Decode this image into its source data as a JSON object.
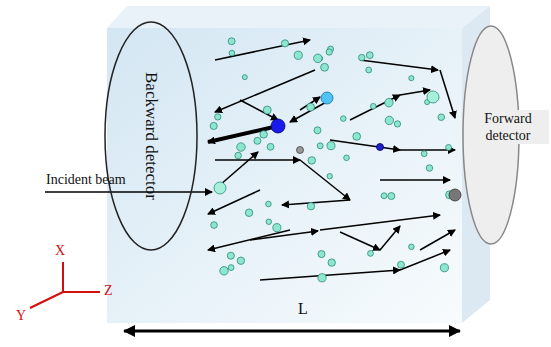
{
  "diagram": {
    "nodes": [
      {
        "text": [
          "Backward detector"
        ]
      },
      {
        "text": [
          "Forward detector"
        ]
      }
    ],
    "labels": [
      "Incident beam",
      "X",
      "Y",
      "Z",
      "L"
    ]
  }
}
